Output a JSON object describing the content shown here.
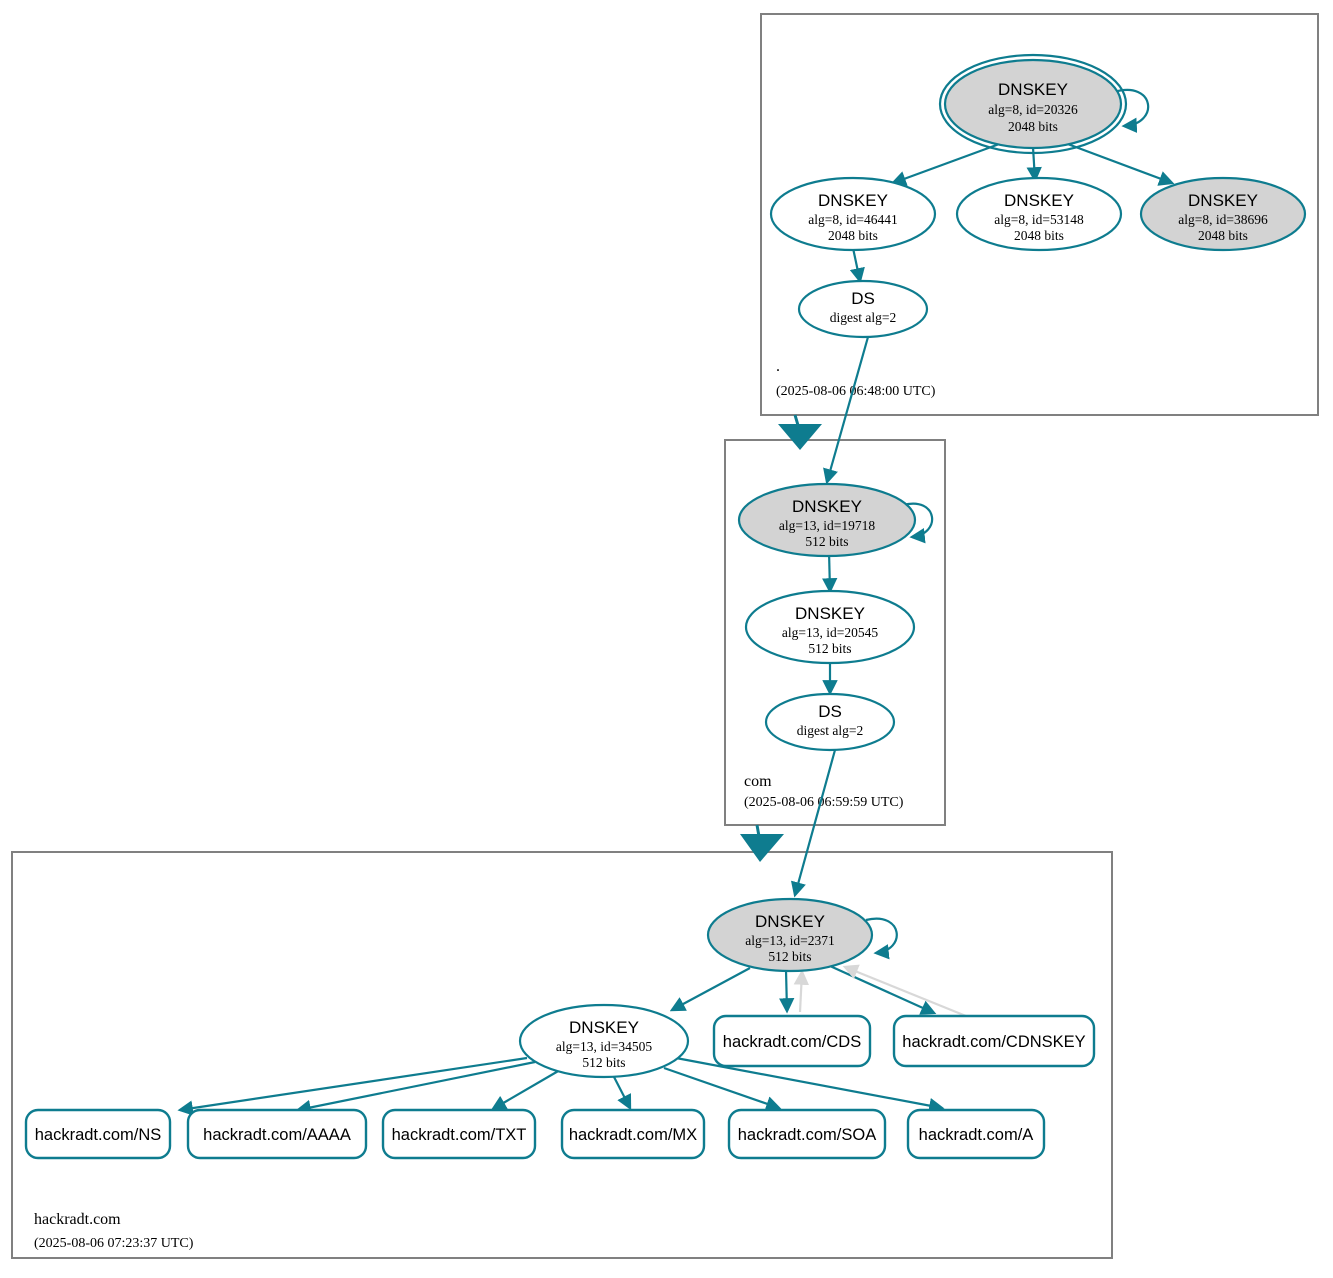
{
  "title": "DNSSEC Authentication Chain",
  "colors": {
    "accent": "#0e7c8f",
    "node_shaded_fill": "#d3d3d3",
    "node_fill": "#ffffff",
    "zone_border": "#808080",
    "gray_edge": "#d8d8d8"
  },
  "zones": [
    {
      "id": "root",
      "label": ".",
      "timestamp": "(2025-08-06 06:48:00 UTC)",
      "nodes": [
        {
          "id": "root-ksk",
          "kind": "DNSKEY",
          "title": "DNSKEY",
          "line2": "alg=8, id=20326",
          "line3": "2048 bits",
          "shaded": true,
          "trust_anchor": true,
          "self_sign": true
        },
        {
          "id": "root-zsk-46441",
          "kind": "DNSKEY",
          "title": "DNSKEY",
          "line2": "alg=8, id=46441",
          "line3": "2048 bits",
          "shaded": false,
          "trust_anchor": false,
          "self_sign": false
        },
        {
          "id": "root-zsk-53148",
          "kind": "DNSKEY",
          "title": "DNSKEY",
          "line2": "alg=8, id=53148",
          "line3": "2048 bits",
          "shaded": false,
          "trust_anchor": false,
          "self_sign": false
        },
        {
          "id": "root-zsk-38696",
          "kind": "DNSKEY",
          "title": "DNSKEY",
          "line2": "alg=8, id=38696",
          "line3": "2048 bits",
          "shaded": true,
          "trust_anchor": false,
          "self_sign": false
        },
        {
          "id": "root-ds",
          "kind": "DS",
          "title": "DS",
          "line2": "digest alg=2",
          "line3": "",
          "shaded": false,
          "trust_anchor": false,
          "self_sign": false
        }
      ]
    },
    {
      "id": "com",
      "label": "com",
      "timestamp": "(2025-08-06 06:59:59 UTC)",
      "nodes": [
        {
          "id": "com-ksk",
          "kind": "DNSKEY",
          "title": "DNSKEY",
          "line2": "alg=13, id=19718",
          "line3": "512 bits",
          "shaded": true,
          "trust_anchor": false,
          "self_sign": true
        },
        {
          "id": "com-zsk",
          "kind": "DNSKEY",
          "title": "DNSKEY",
          "line2": "alg=13, id=20545",
          "line3": "512 bits",
          "shaded": false,
          "trust_anchor": false,
          "self_sign": false
        },
        {
          "id": "com-ds",
          "kind": "DS",
          "title": "DS",
          "line2": "digest alg=2",
          "line3": "",
          "shaded": false,
          "trust_anchor": false,
          "self_sign": false
        }
      ]
    },
    {
      "id": "hackradt",
      "label": "hackradt.com",
      "timestamp": "(2025-08-06 07:23:37 UTC)",
      "nodes": [
        {
          "id": "hk-ksk",
          "kind": "DNSKEY",
          "title": "DNSKEY",
          "line2": "alg=13, id=2371",
          "line3": "512 bits",
          "shaded": true,
          "trust_anchor": false,
          "self_sign": true
        },
        {
          "id": "hk-zsk",
          "kind": "DNSKEY",
          "title": "DNSKEY",
          "line2": "alg=13, id=34505",
          "line3": "512 bits",
          "shaded": false,
          "trust_anchor": false,
          "self_sign": false
        }
      ],
      "rrsets": [
        {
          "id": "rr-cds",
          "label": "hackradt.com/CDS"
        },
        {
          "id": "rr-cdnskey",
          "label": "hackradt.com/CDNSKEY"
        },
        {
          "id": "rr-ns",
          "label": "hackradt.com/NS"
        },
        {
          "id": "rr-aaaa",
          "label": "hackradt.com/AAAA"
        },
        {
          "id": "rr-txt",
          "label": "hackradt.com/TXT"
        },
        {
          "id": "rr-mx",
          "label": "hackradt.com/MX"
        },
        {
          "id": "rr-soa",
          "label": "hackradt.com/SOA"
        },
        {
          "id": "rr-a",
          "label": "hackradt.com/A"
        }
      ]
    }
  ]
}
